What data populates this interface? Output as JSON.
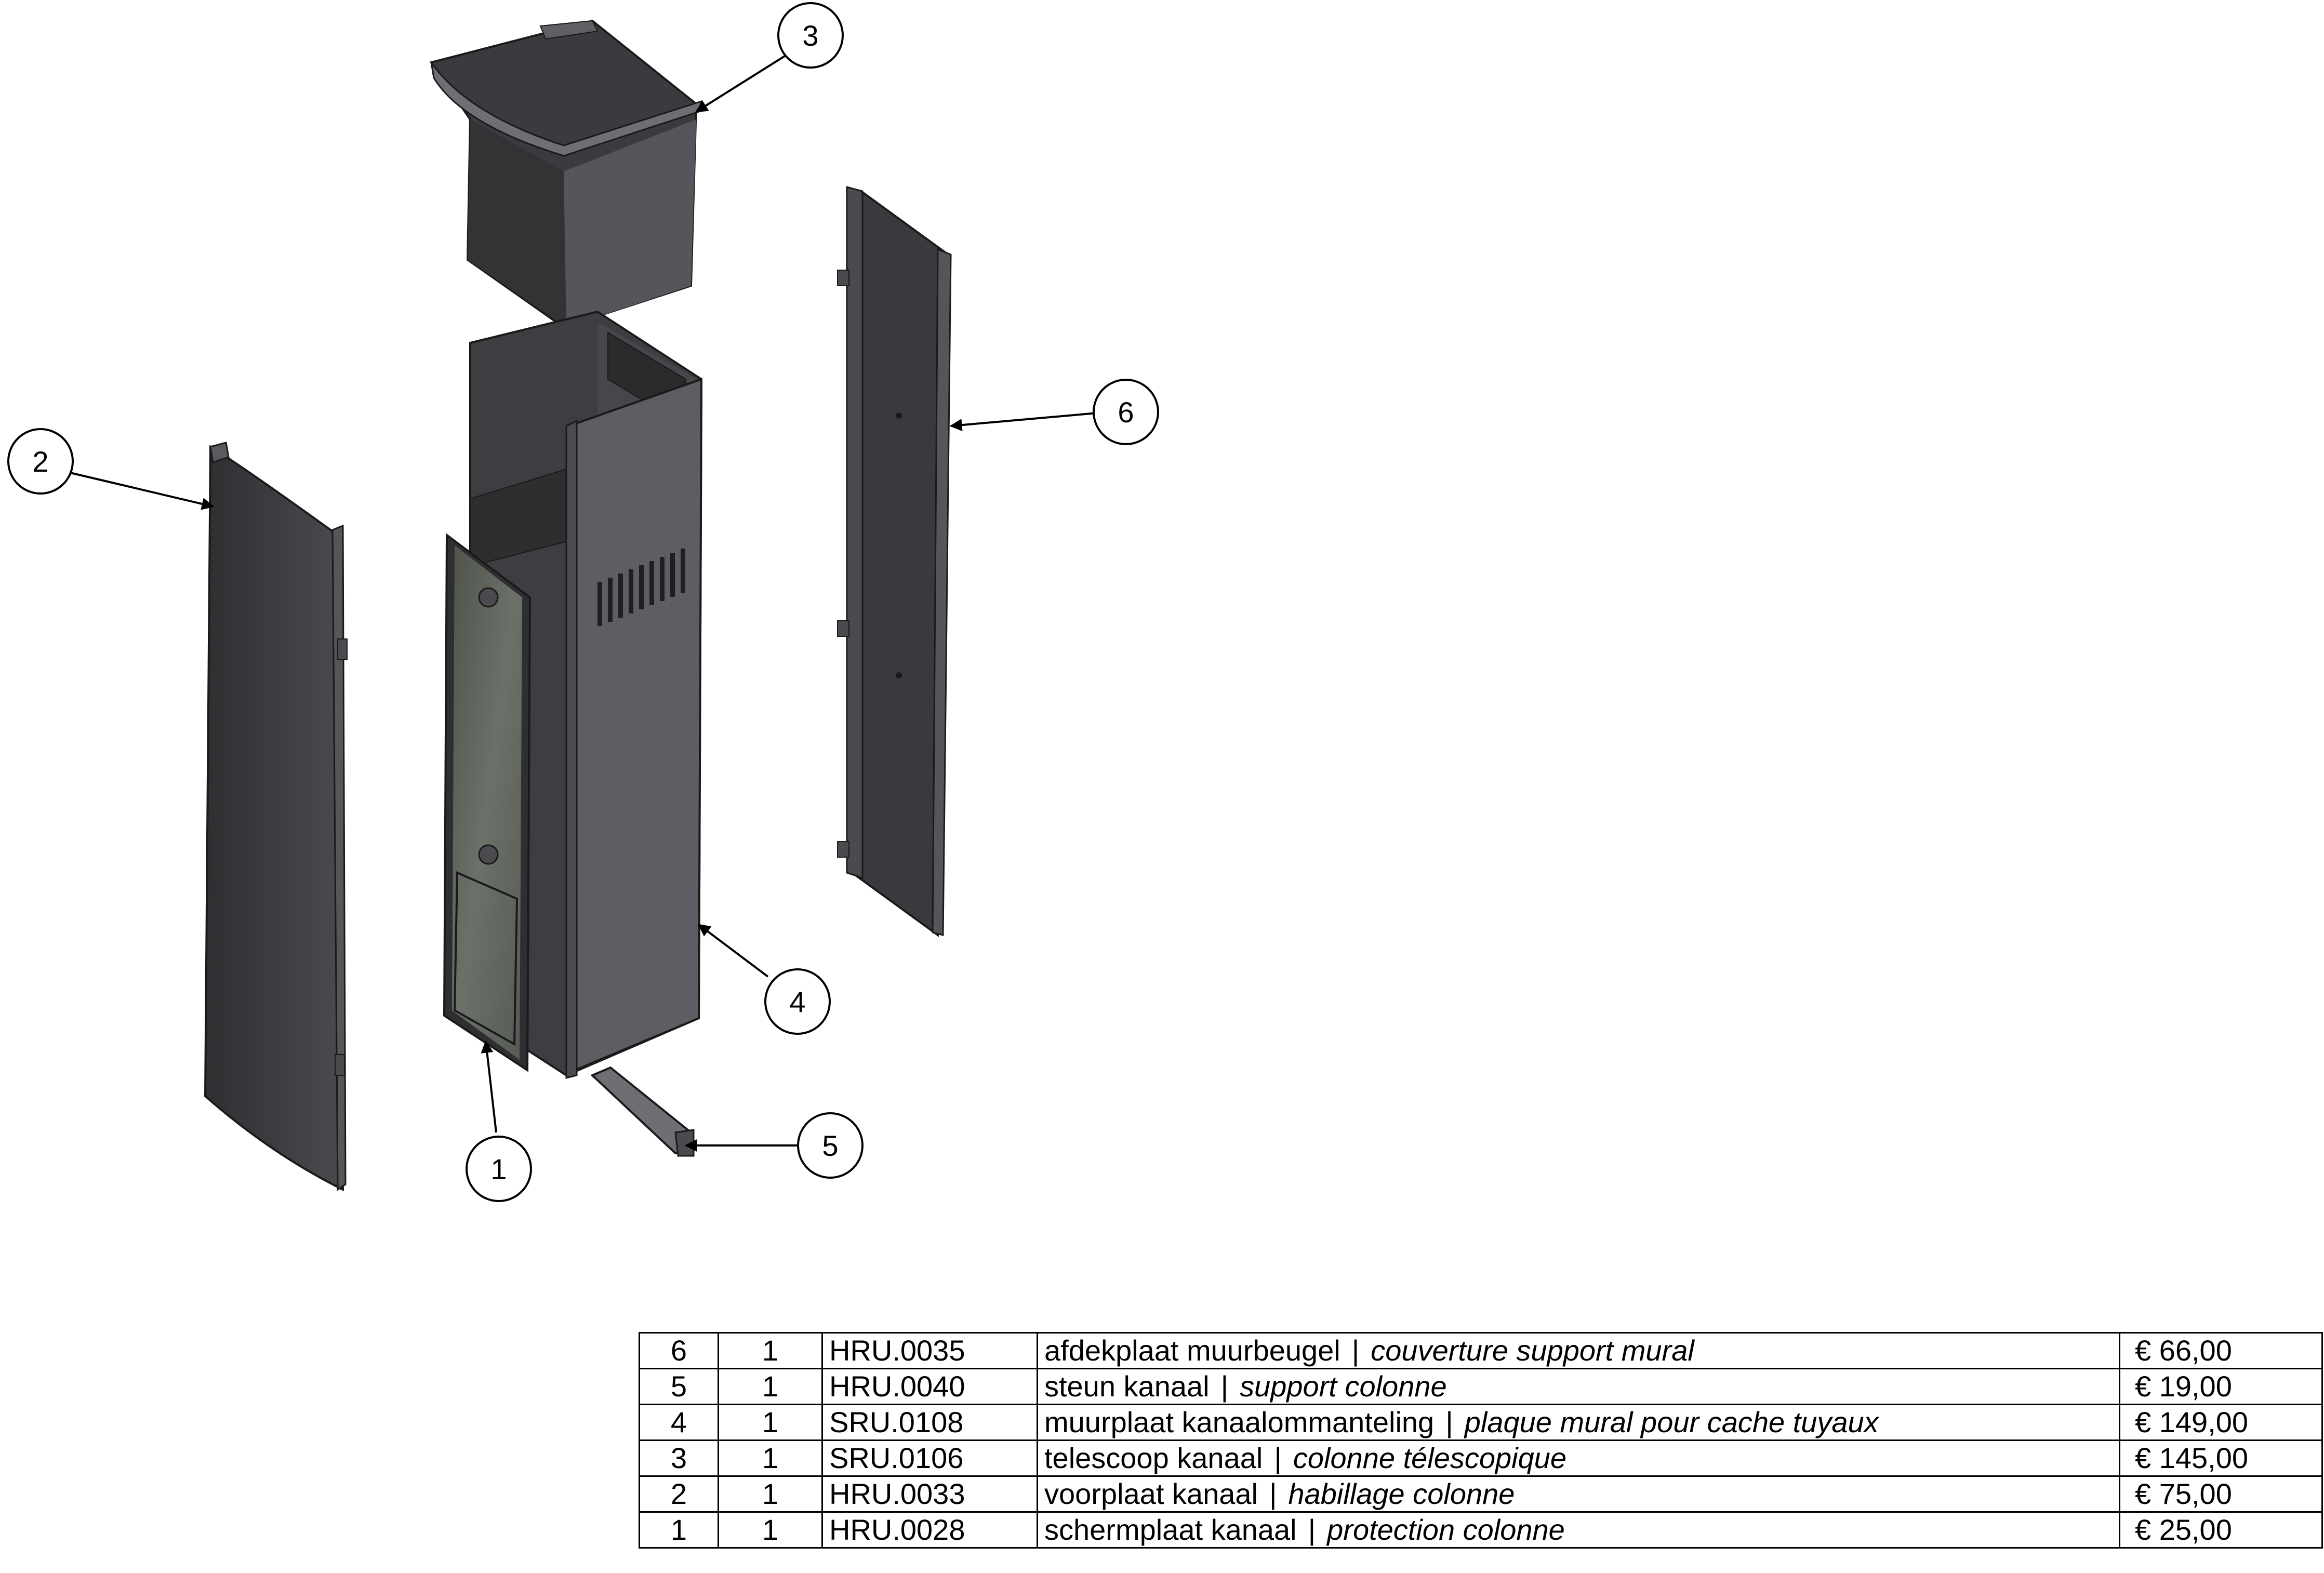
{
  "callouts": [
    {
      "number": "1"
    },
    {
      "number": "2"
    },
    {
      "number": "3"
    },
    {
      "number": "4"
    },
    {
      "number": "5"
    },
    {
      "number": "6"
    }
  ],
  "parts_table": {
    "rows": [
      {
        "item": "6",
        "qty": "1",
        "code": "HRU.0035",
        "name_nl": "afdekplaat muurbeugel",
        "separator": "|",
        "name_fr": "couverture support mural",
        "price": "€ 66,00"
      },
      {
        "item": "5",
        "qty": "1",
        "code": "HRU.0040",
        "name_nl": "steun kanaal",
        "separator": "|",
        "name_fr": "support colonne",
        "price": "€ 19,00"
      },
      {
        "item": "4",
        "qty": "1",
        "code": "SRU.0108",
        "name_nl": "muurplaat kanaalommanteling",
        "separator": "|",
        "name_fr": "plaque mural pour cache tuyaux",
        "price": "€ 149,00"
      },
      {
        "item": "3",
        "qty": "1",
        "code": "SRU.0106",
        "name_nl": "telescoop kanaal",
        "separator": "|",
        "name_fr": "colonne télescopique",
        "price": "€ 145,00"
      },
      {
        "item": "2",
        "qty": "1",
        "code": "HRU.0033",
        "name_nl": "voorplaat kanaal",
        "separator": "|",
        "name_fr": "habillage colonne",
        "price": "€ 75,00"
      },
      {
        "item": "1",
        "qty": "1",
        "code": "HRU.0028",
        "name_nl": "schermplaat kanaal",
        "separator": "|",
        "name_fr": "protection colonne",
        "price": "€ 25,00"
      }
    ]
  },
  "colors": {
    "panel_dark": "#3a3a3d",
    "panel_mid": "#4d4d52",
    "panel_light": "#6a6a70",
    "glass": "#5b6158",
    "line": "#000000"
  }
}
